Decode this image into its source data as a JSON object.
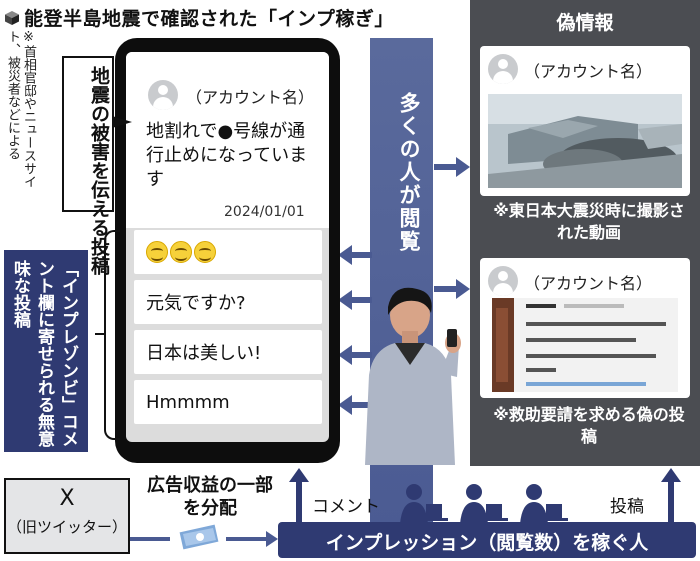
{
  "title": "能登半島地震で確認された「インプ稼ぎ」",
  "source_note": "※首相官邸やニュースサイト、被災者などによる",
  "quake_label": "地震の被害を伝える投稿",
  "zombie_label": "「インプレゾンビ」コメント欄に寄せられる無意味な投稿",
  "phone": {
    "post_account": "（アカウント名）",
    "post_text": "地割れで●号線が通行止めになっています",
    "post_date": "2024/01/01",
    "comments": [
      "元気ですか?",
      "日本は美しい!",
      "Hmmmm"
    ]
  },
  "band_text": "多くの人が閲覧",
  "fake_info": {
    "title": "偽情報",
    "cards": [
      {
        "account": "（アカウント名）",
        "caption": "※東日本大震災時に撮影された動画"
      },
      {
        "account": "（アカウント名）",
        "caption": "※救助要請を求める偽の投稿"
      }
    ]
  },
  "bottom": {
    "x_name": "X",
    "x_sub": "（旧ツイッター）",
    "ad_text": "広告収益の一部を分配",
    "comment_label": "コメント",
    "post_label": "投稿",
    "impression_label": "インプレッション（閲覧数）を稼ぐ人"
  },
  "colors": {
    "navy": "#2f3a72",
    "band_blue": "#5a6a9c",
    "panel_gray": "#4b4d52",
    "arrow_blue": "#4a5a92"
  }
}
